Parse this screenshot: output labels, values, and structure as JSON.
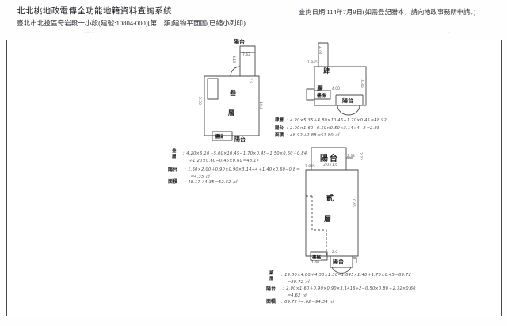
{
  "header": {
    "system_title": "北北桃地政電傳全功能地籍資料查詢系統",
    "query_date": "查詢日期:114年7月9日(如需登記謄本，請向地政事務所申請。)",
    "subtitle": "臺北市北投區奇岩段一小段(建號:10804-000)[第二類]建物平面圖(已縮小列印)"
  },
  "plans": {
    "third": {
      "floor_char_1": "叁",
      "floor_char_2": "層",
      "balcony_top": "陽台",
      "balcony_bottom": "陽台",
      "stairs": "樓梯"
    },
    "fourth": {
      "floor_char_1": "肆",
      "floor_char_2": "層",
      "balcony": "陽台",
      "stairs": "樓梯"
    },
    "second": {
      "floor_char_1": "貳",
      "floor_char_2": "層",
      "balcony_top": "陽台",
      "balcony_bottom": "陽台",
      "stairs": "樓梯"
    }
  },
  "notes": {
    "fourth_block": {
      "l1_label": "肆層",
      "l1_text": "：4.20×5.35＋4.80×10.45−1.70×0.45＝48.92",
      "l2_label": "陽台",
      "l2_text": "：2.00×1.60−0.50×0.50×3.14÷4−2＝2.88",
      "l3_label": "面積",
      "l3_text": "：48.92＋2.88＝51.80 ㎡"
    },
    "third_block": {
      "l1_label_1": "叁",
      "l1_label_2": "層",
      "l1_text": "：4.20×6.10＋5.00×10.45−1.70×0.45−1.50×0.60＋0.84",
      "l1b_text": "＋1.20×0.60−0.45×0.60＝48.17",
      "l2_label": "陽台",
      "l2_text": "：1.60×2.00＋0.90×0.90×3.14÷4＋1.40×0.60−0.8＝",
      "l2b_text": "＝4.35 ㎡",
      "l3_label": "面積",
      "l3_text": "：48.17＋4.35＝52.52 ㎡"
    },
    "second_block": {
      "l1_label_1": "貳",
      "l1_label_2": "層",
      "l1_text": "：19.00×4.80＋4.50×1.30−1.845×1.40＋1.70×0.45＝89.72",
      "l1b_text": "＝89.72 ㎡",
      "l2_label": "陽台",
      "l2_text": "：2.00×1.60＋0.90×0.90×3.1416÷2−0.50×0.80＋2.32×0.60",
      "l2b_text": "＝4.62 ㎡",
      "l3_label": "面積",
      "l3_text": "：89.72＋4.62＝94.34 ㎡"
    }
  },
  "dims": [
    "7.62",
    "4.15",
    "2.30",
    "2.5",
    "10.4",
    "2.78",
    "1.845",
    "10.45",
    "4.00",
    "2.32",
    "2.0×1.6",
    "1.845",
    "10.45",
    "2.72",
    "1.40",
    "2.0"
  ],
  "specks": {
    "s1": "· ·· ·",
    "s2": "·",
    "s3": "‹‹",
    "s4": "·"
  }
}
